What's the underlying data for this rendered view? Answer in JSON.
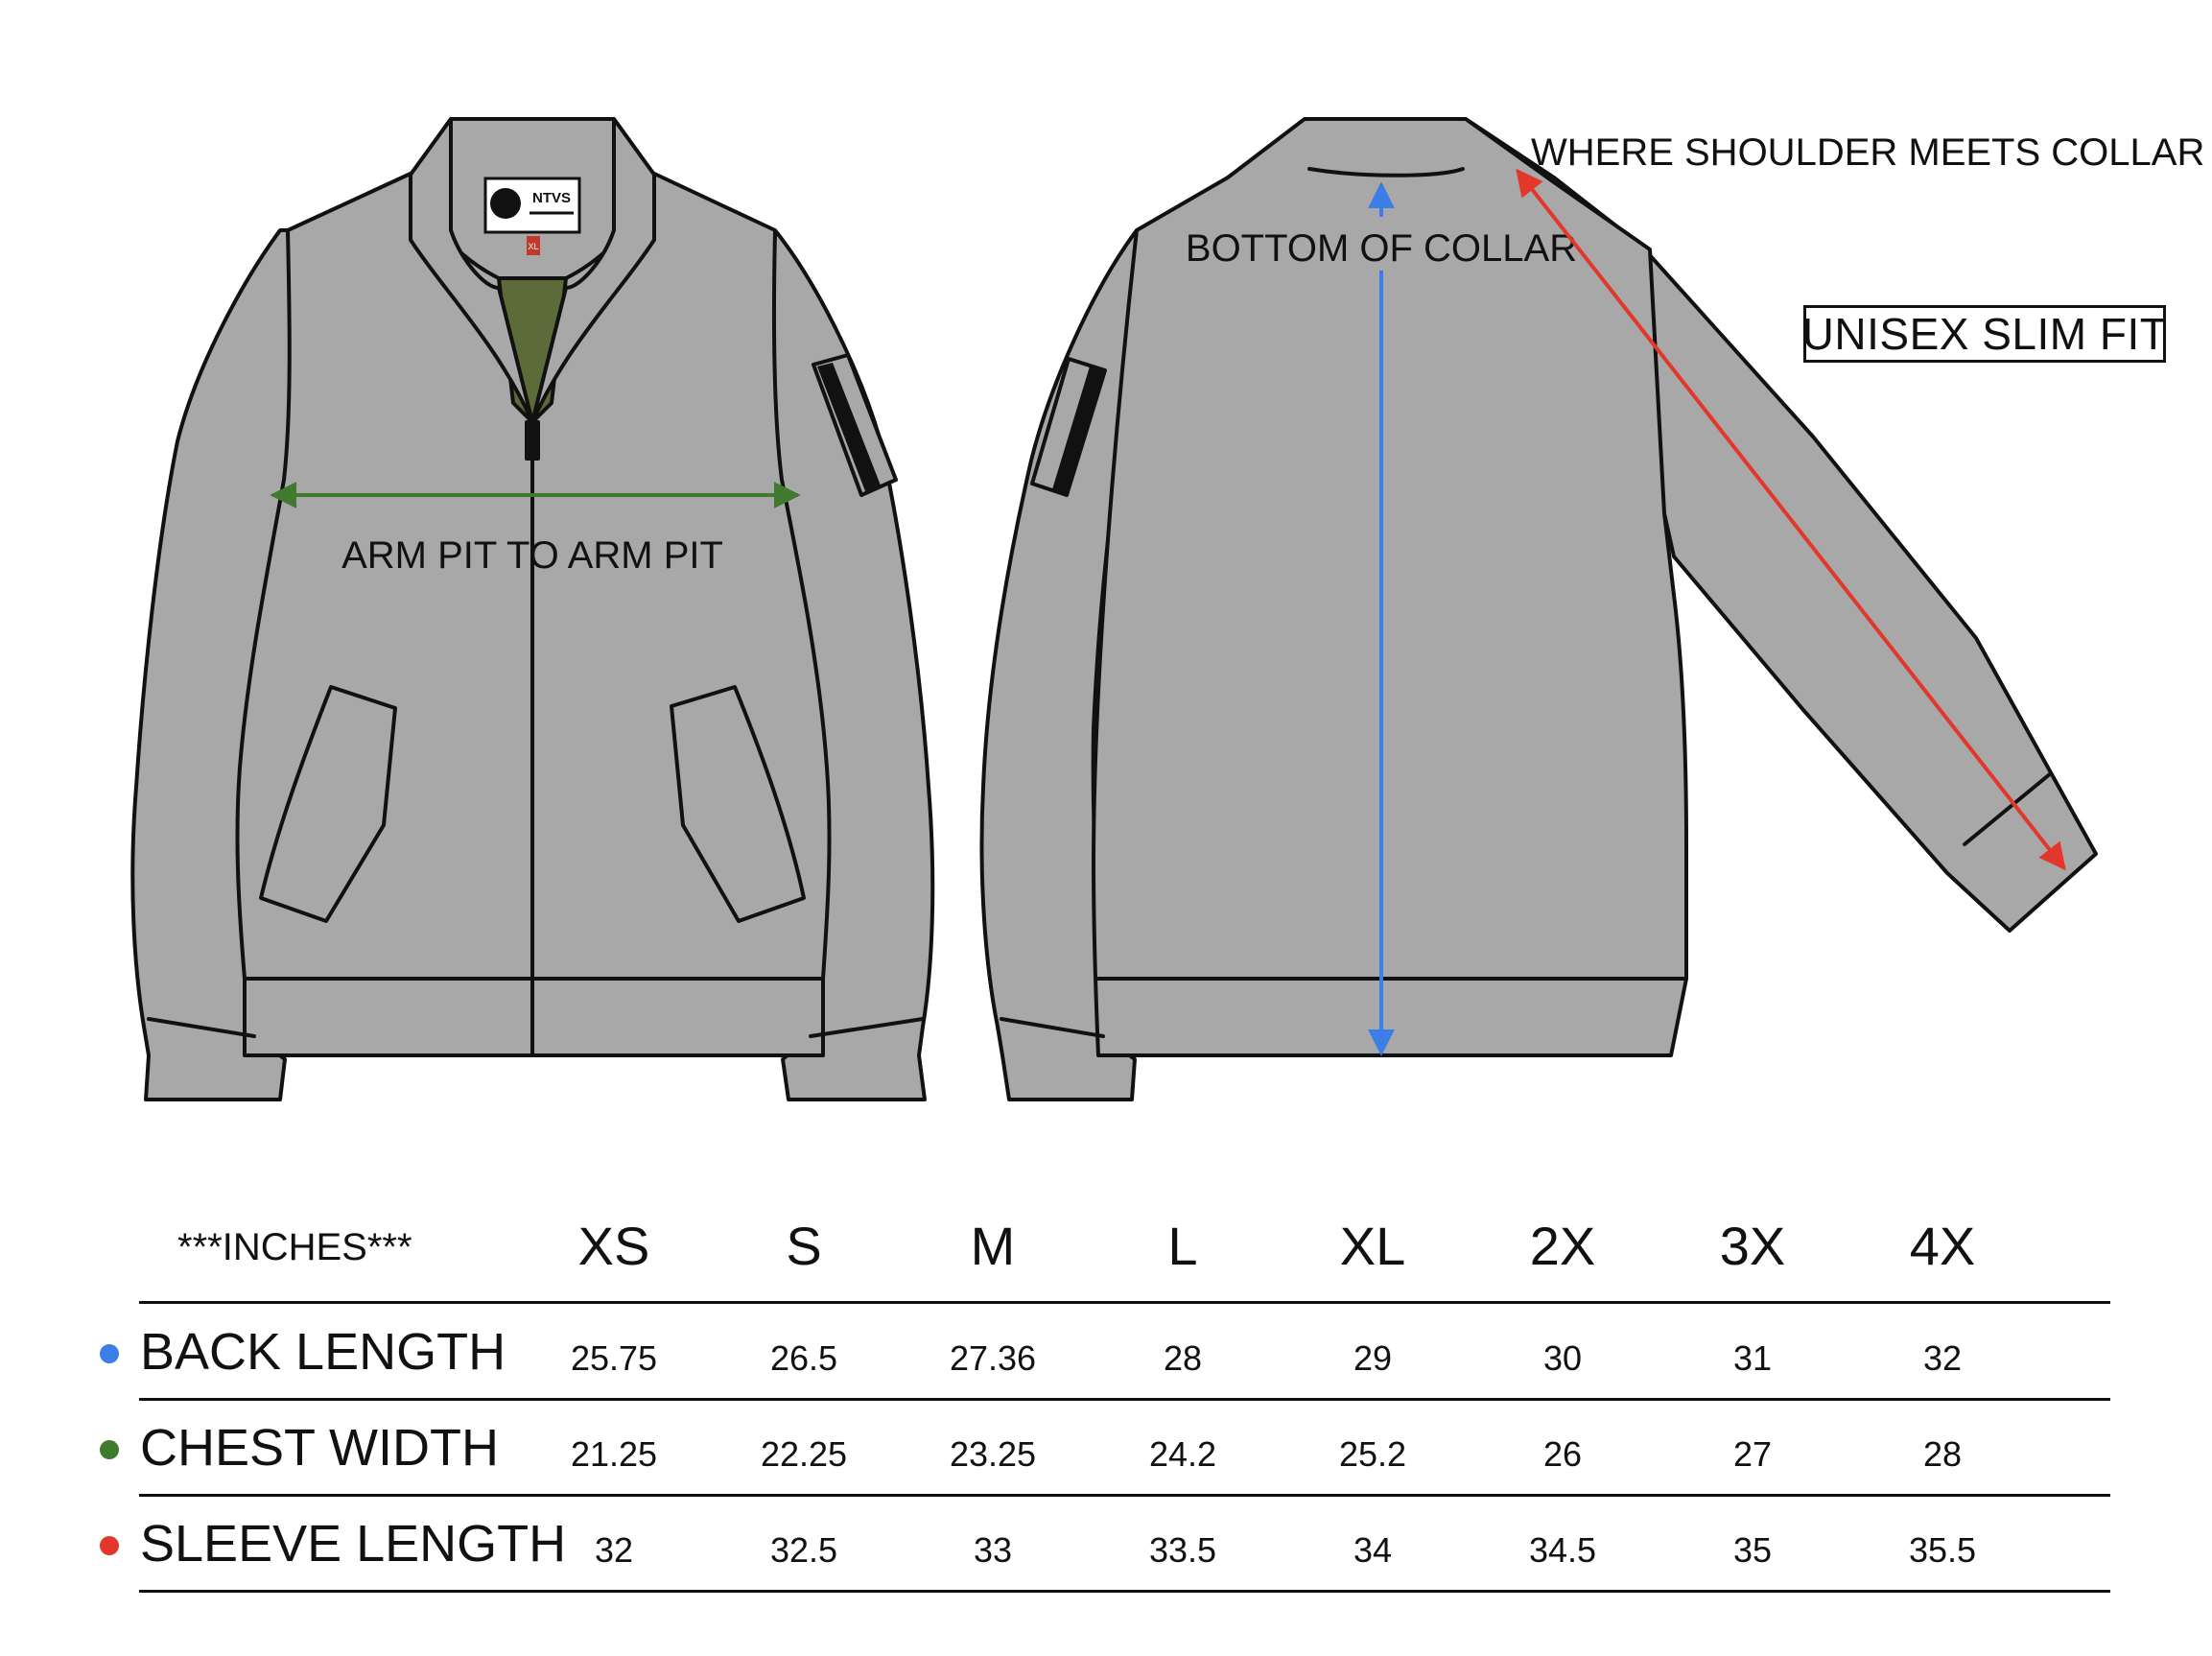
{
  "labels": {
    "arm_pit": "ARM PIT TO ARM PIT",
    "bottom_collar": "BOTTOM OF COLLAR",
    "shoulder": "WHERE SHOULDER MEETS COLLAR",
    "fit": "UNISEX SLIM FIT",
    "tag_brand": "NTVS",
    "tag_size": "XL"
  },
  "colors": {
    "back_length": "#3b7fe6",
    "chest_width": "#3f7a2e",
    "sleeve_length": "#e2372a",
    "jacket_fill": "#a8a8a8",
    "lining": "#5d6b3a"
  },
  "table": {
    "units": "***INCHES***",
    "sizes": [
      "XS",
      "S",
      "M",
      "L",
      "XL",
      "2X",
      "3X",
      "4X"
    ],
    "rows": [
      {
        "label": "BACK LENGTH",
        "color_key": "back_length",
        "values": [
          "25.75",
          "26.5",
          "27.36",
          "28",
          "29",
          "30",
          "31",
          "32"
        ]
      },
      {
        "label": "CHEST WIDTH",
        "color_key": "chest_width",
        "values": [
          "21.25",
          "22.25",
          "23.25",
          "24.2",
          "25.2",
          "26",
          "27",
          "28"
        ]
      },
      {
        "label": "SLEEVE LENGTH",
        "color_key": "sleeve_length",
        "values": [
          "32",
          "32.5",
          "33",
          "33.5",
          "34",
          "34.5",
          "35",
          "35.5"
        ]
      }
    ]
  }
}
